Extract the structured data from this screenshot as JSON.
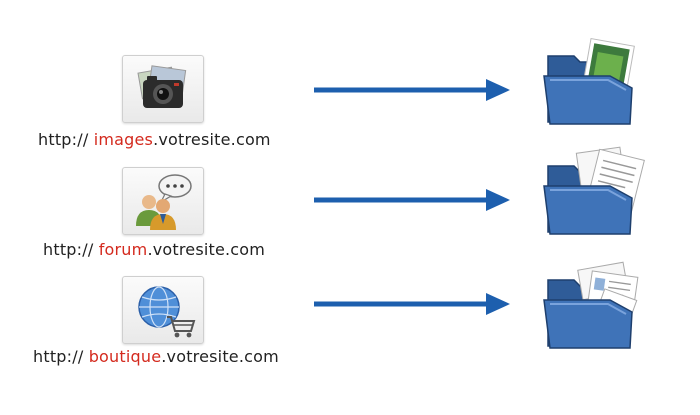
{
  "colors": {
    "accent_red": "#d42a1e",
    "arrow_blue": "#1d5fae",
    "folder_blue": "#3f73b8"
  },
  "rows": [
    {
      "prefix": "http:// ",
      "subdomain": "images",
      "suffix": ".votresite.com",
      "source_icon": "camera-icon",
      "target_icon": "folder-photos-icon"
    },
    {
      "prefix": "http:// ",
      "subdomain": "forum",
      "suffix": ".votresite.com",
      "source_icon": "users-chat-icon",
      "target_icon": "folder-documents-icon"
    },
    {
      "prefix": "http:// ",
      "subdomain": "boutique",
      "suffix": ".votresite.com",
      "source_icon": "globe-cart-icon",
      "target_icon": "folder-cards-icon"
    }
  ]
}
